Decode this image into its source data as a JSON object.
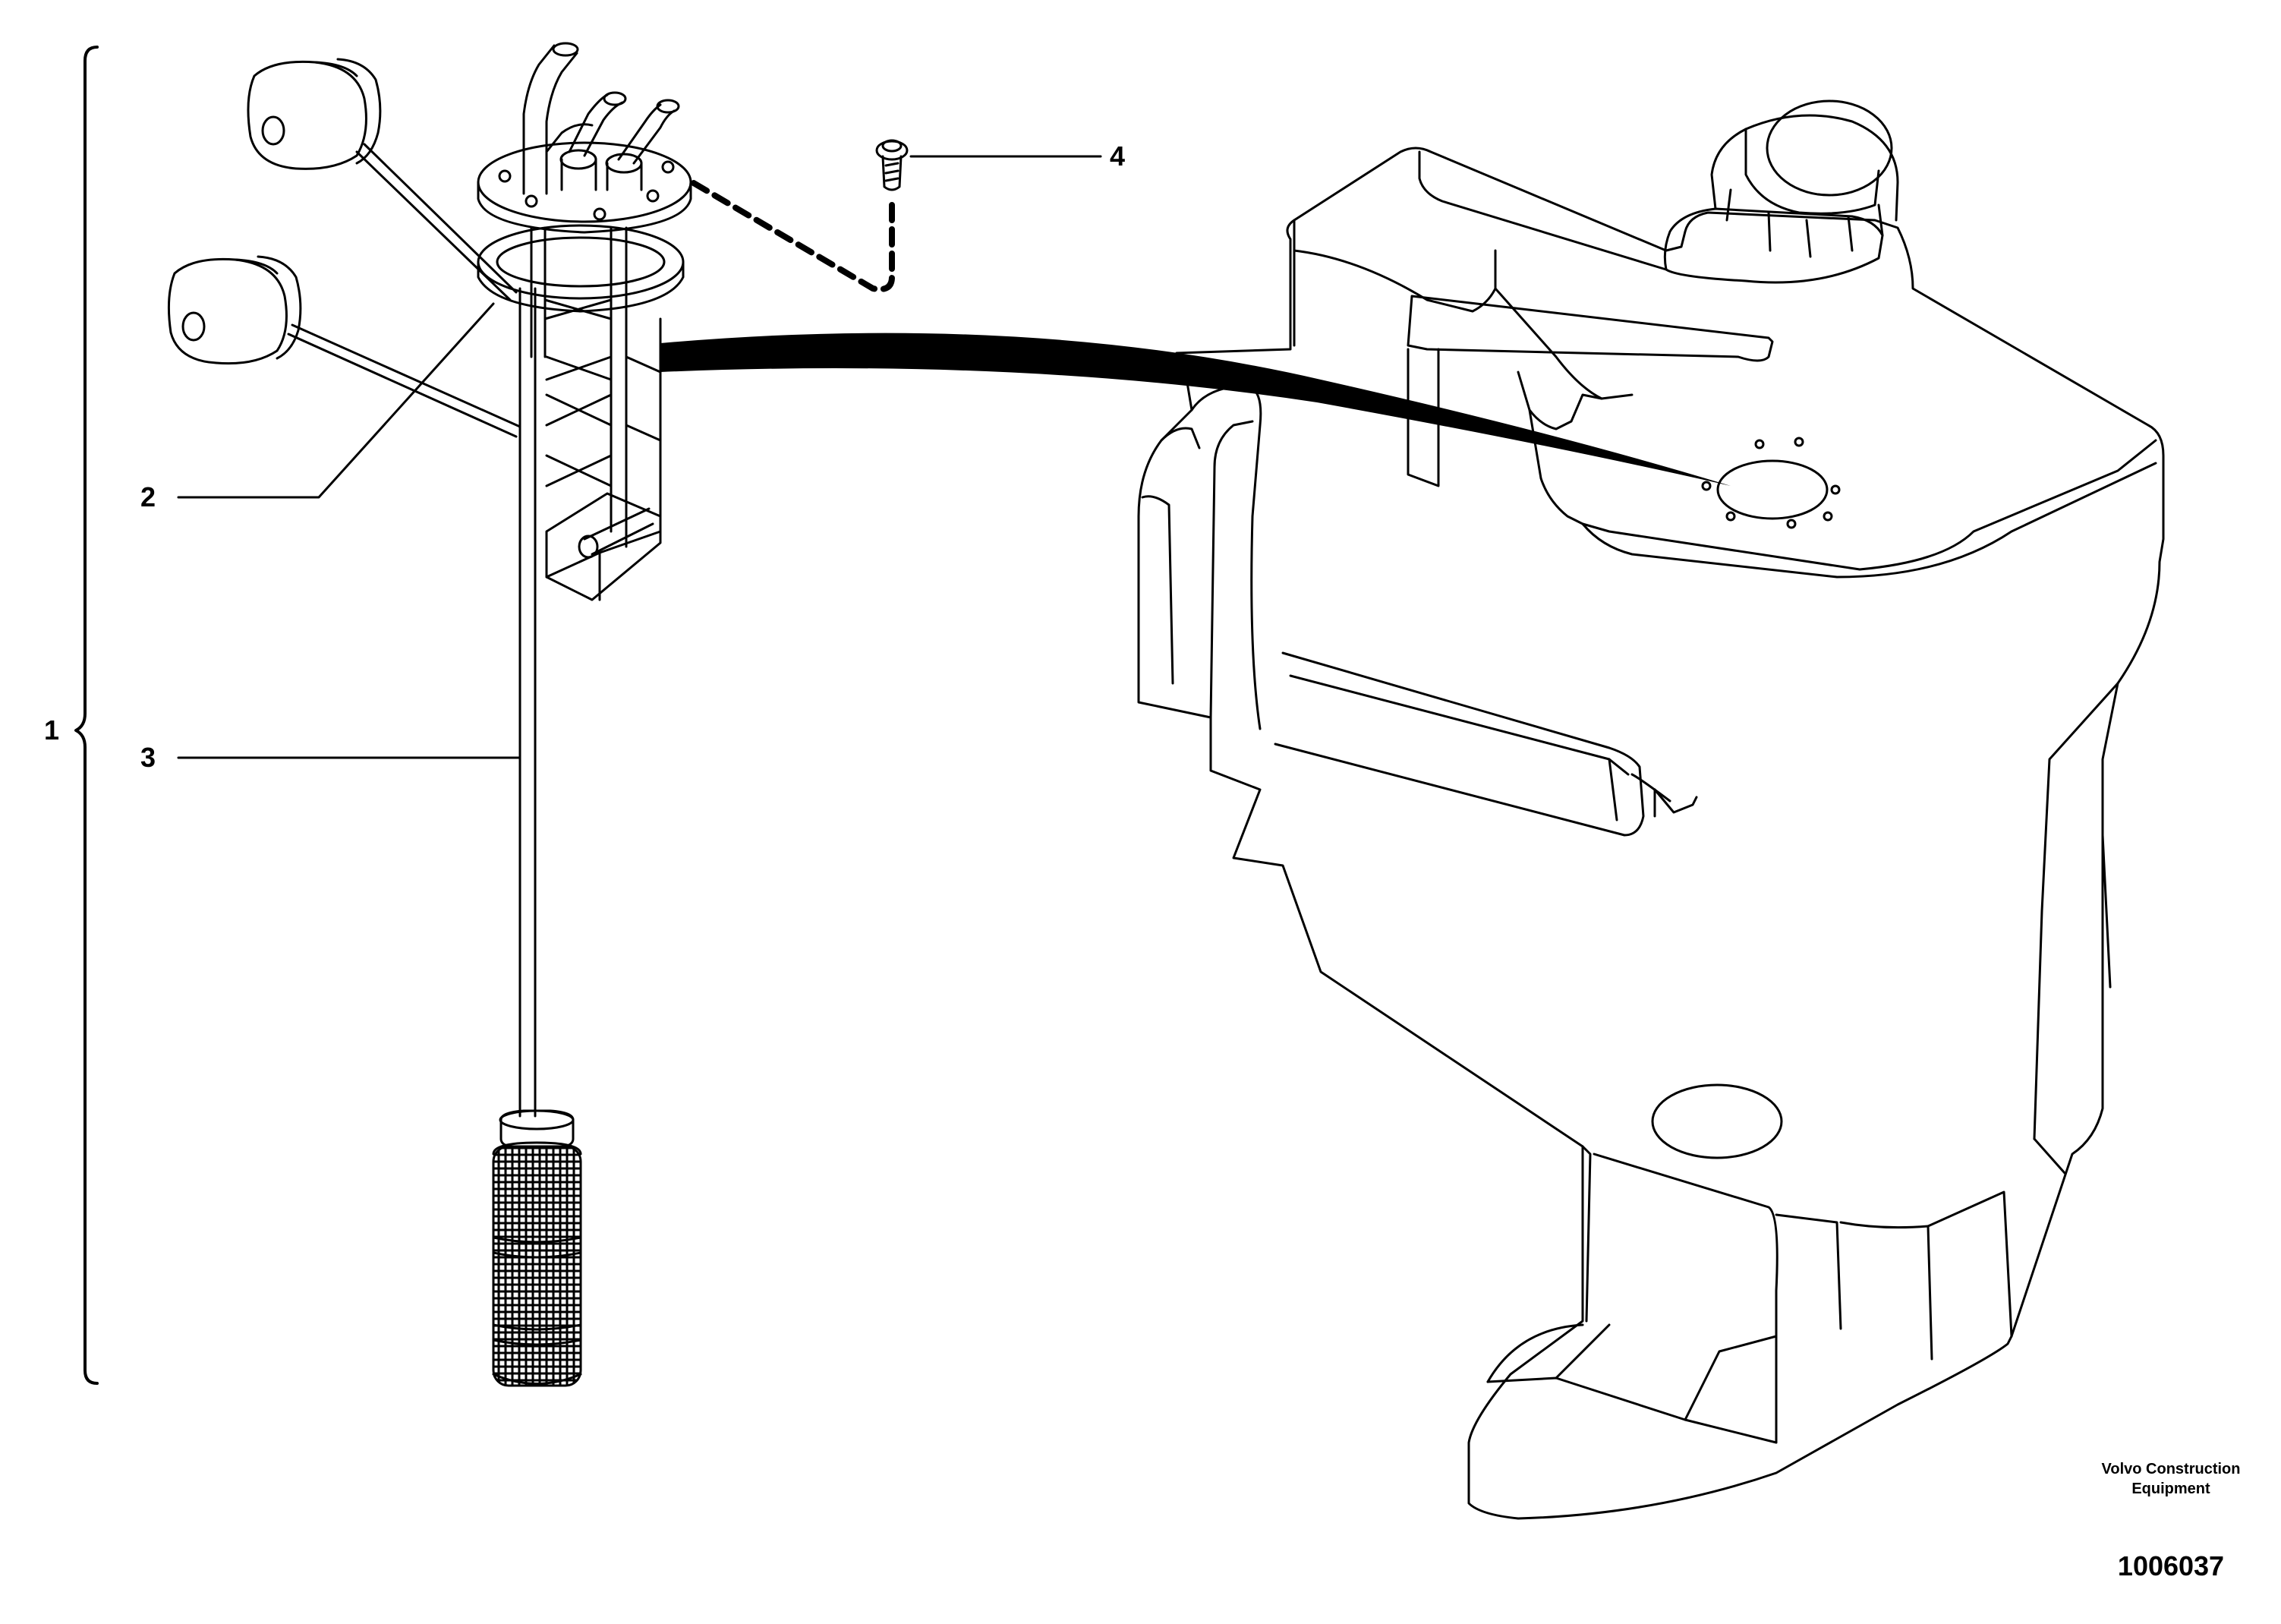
{
  "callouts": {
    "item1": "1",
    "item2": "2",
    "item3": "3",
    "item4": "4"
  },
  "footer": {
    "brand_line1": "Volvo Construction",
    "brand_line2": "Equipment",
    "drawing_number": "1006037"
  },
  "colors": {
    "line": "#000000",
    "background": "#ffffff"
  }
}
